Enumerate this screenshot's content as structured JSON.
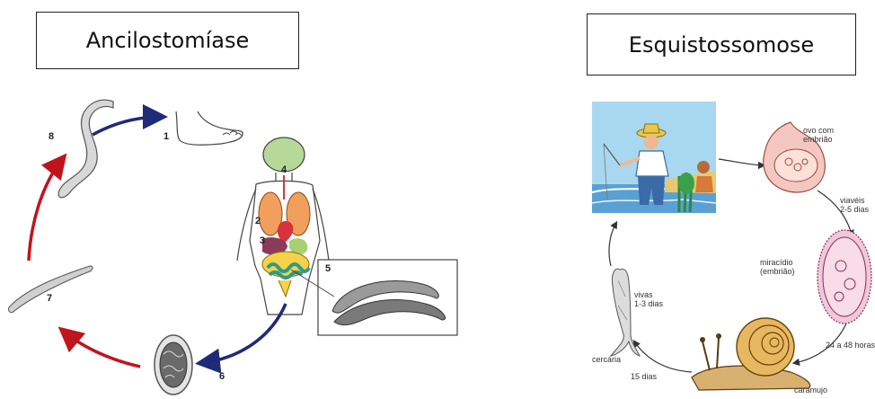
{
  "left_panel": {
    "title": "Ancilostomíase",
    "stage_numbers": [
      "1",
      "2",
      "3",
      "4",
      "5",
      "6",
      "7",
      "8"
    ]
  },
  "right_panel": {
    "title": "Esquistossomose",
    "labels": {
      "egg": "ovo com\nembrião",
      "viable": "viavéis\n2-5 dias",
      "miracidium": "miracídio\n(embrião)",
      "hours": "24 a 48 horas",
      "snail": "caramujo",
      "days15": "15 dias",
      "cercaria": "cercária",
      "alive": "vivas\n1-3 dias"
    }
  },
  "colors": {
    "blue_arrow": "#1f2a78",
    "red_arrow": "#c0141c"
  }
}
